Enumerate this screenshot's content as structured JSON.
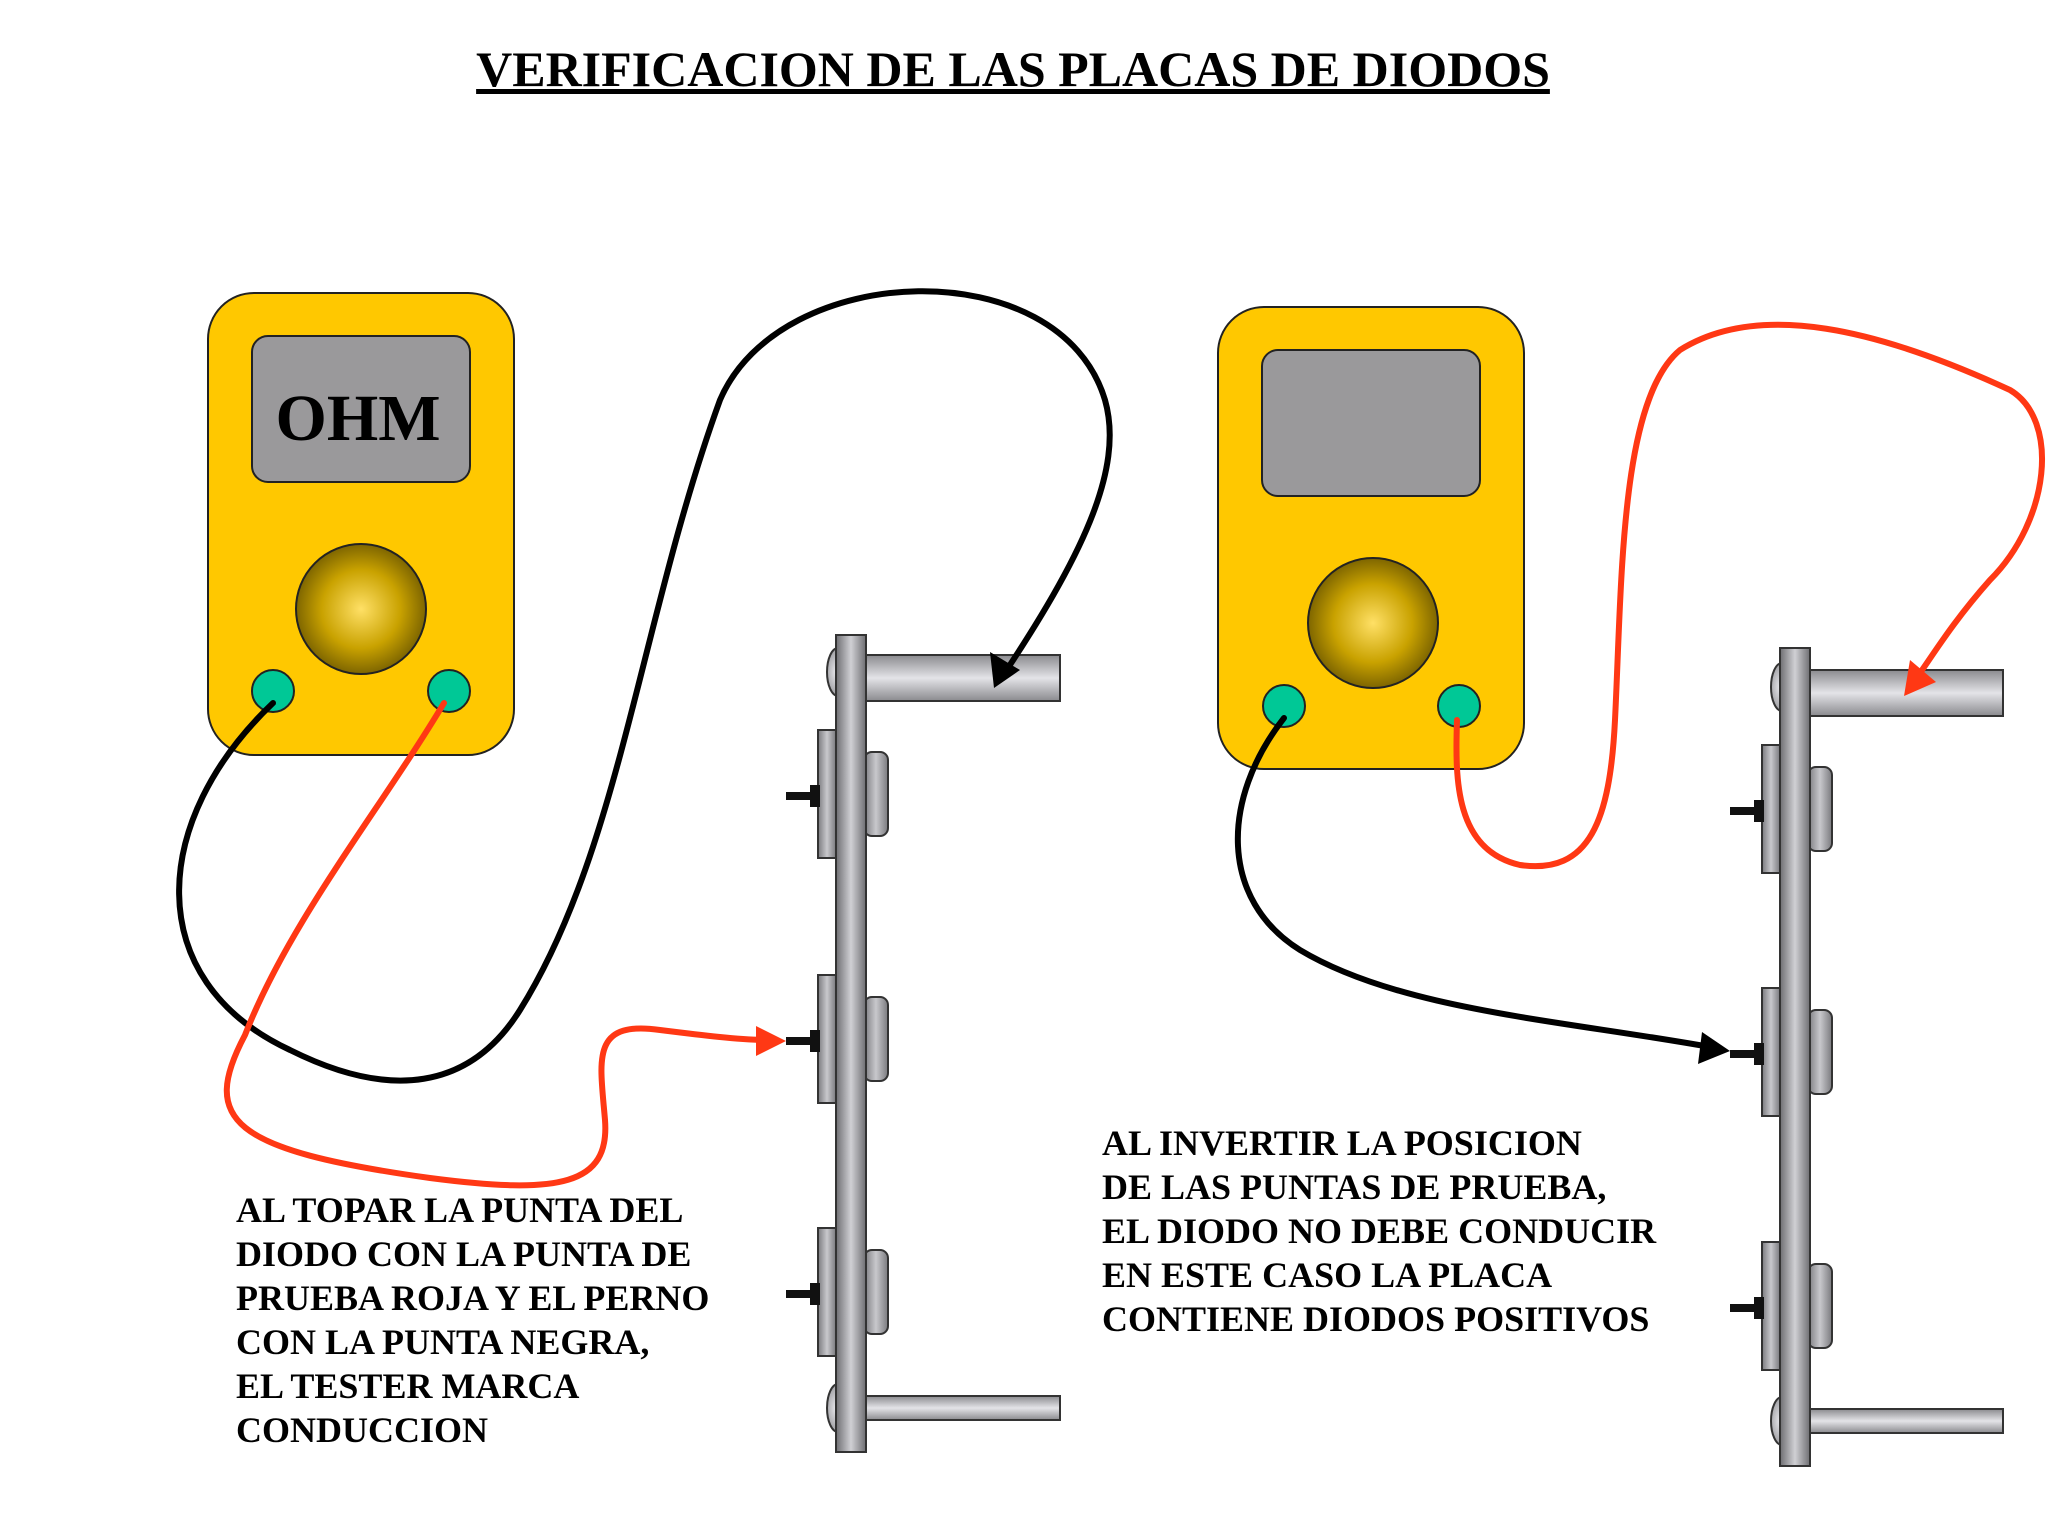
{
  "title": "VERIFICACION DE LAS PLACAS DE DIODOS",
  "meter_left": {
    "display_text": "OHM"
  },
  "meter_right": {
    "display_text": ""
  },
  "caption_left": [
    "AL TOPAR LA PUNTA DEL",
    "DIODO CON LA PUNTA DE",
    "PRUEBA ROJA Y EL PERNO",
    "CON LA PUNTA NEGRA,",
    "EL TESTER MARCA",
    "CONDUCCION"
  ],
  "caption_right": [
    "AL INVERTIR LA POSICION",
    "DE LAS PUNTAS DE PRUEBA,",
    "EL DIODO NO DEBE CONDUCIR",
    "EN ESTE CASO LA PLACA",
    "CONTIENE DIODOS POSITIVOS"
  ],
  "colors": {
    "meter_body": "#ffc800",
    "display": "#9a999b",
    "terminal": "#00c896",
    "red_lead": "#ff3814",
    "black_lead": "#000000",
    "plate": "#9a9a9e"
  }
}
